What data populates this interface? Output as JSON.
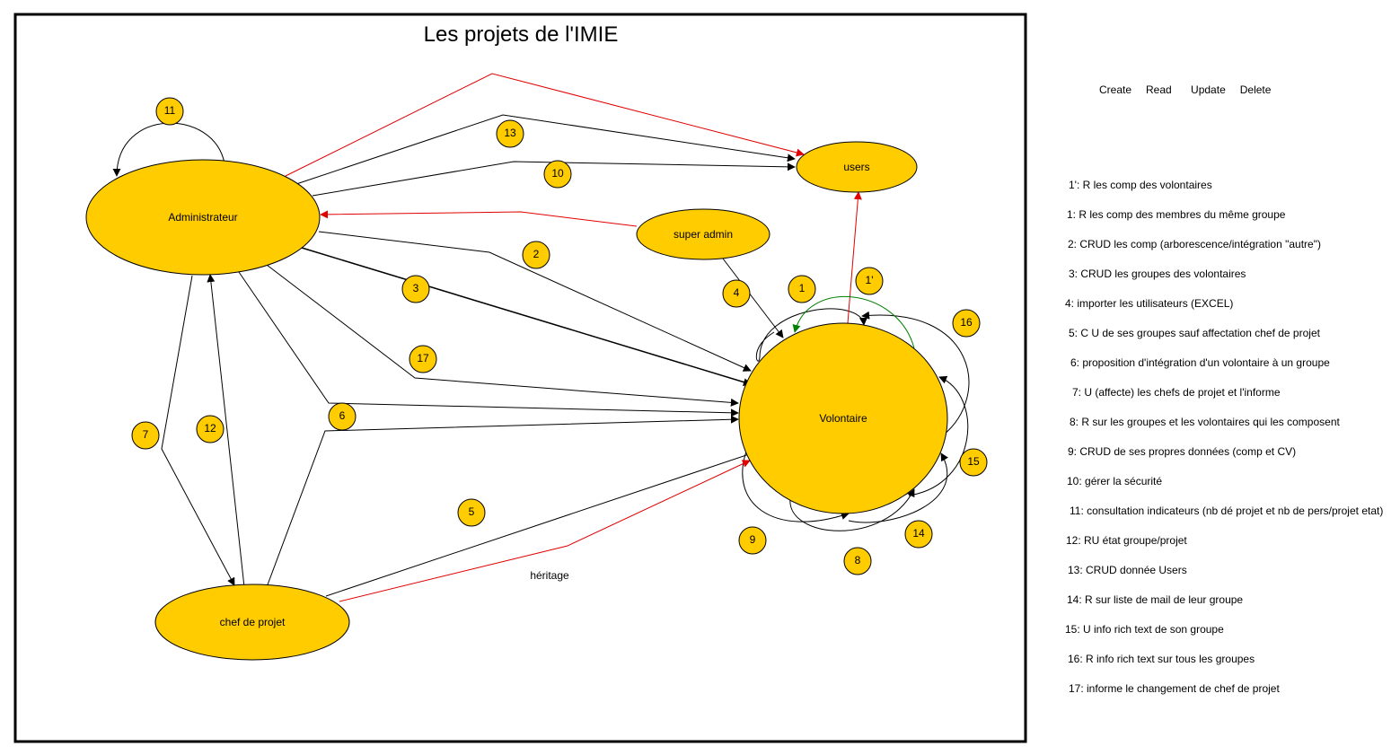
{
  "title": "Les projets de l'IMIE",
  "nodes": {
    "administrateur": "Administrateur",
    "users": "users",
    "super_admin": "super admin",
    "volontaire": "Volontaire",
    "chef_de_projet": "chef de projet"
  },
  "edge_labels": {
    "heritage": "héritage"
  },
  "badges": [
    "1",
    "1'",
    "2",
    "3",
    "4",
    "5",
    "6",
    "7",
    "8",
    "9",
    "10",
    "11",
    "12",
    "13",
    "14",
    "15",
    "16",
    "17"
  ],
  "crud_header": "Create   Read    Update   Delete",
  "legend": [
    "1': R les comp des volontaires",
    "1: R les comp des membres du même groupe",
    "2: CRUD les comp (arborescence/intégration \"autre\")",
    "3: CRUD les groupes des volontaires",
    "4: importer les utilisateurs (EXCEL)",
    "5: C U de ses groupes sauf affectation chef de projet",
    "6: proposition d'intégration d'un volontaire à un groupe",
    "7: U (affecte) les chefs de projet et l'informe",
    "8: R sur les groupes et les volontaires qui les composent",
    "9: CRUD de ses propres données (comp et CV)",
    "10: gérer la sécurité",
    "11: consultation indicateurs (nb dé projet et nb de pers/projet etat)",
    "12: RU état groupe/projet",
    "13: CRUD donnée Users",
    "14: R sur liste de mail de leur groupe",
    "15: U info rich text de son groupe",
    "16: R info rich text sur tous les groupes",
    "17: informe le changement de chef de projet"
  ],
  "colors": {
    "node_fill": "#FFCC00",
    "black_edge": "#000000",
    "red_edge": "#E00000",
    "green_edge": "#008000"
  }
}
